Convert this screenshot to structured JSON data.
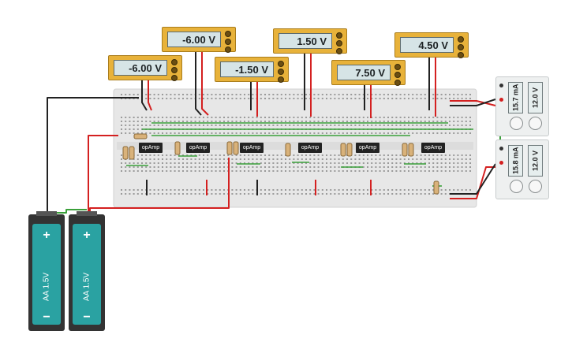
{
  "meters": [
    {
      "id": "m1",
      "reading": "-6.00 V"
    },
    {
      "id": "m2",
      "reading": "-6.00 V"
    },
    {
      "id": "m3",
      "reading": "-1.50 V"
    },
    {
      "id": "m4",
      "reading": "1.50 V"
    },
    {
      "id": "m5",
      "reading": "7.50 V"
    },
    {
      "id": "m6",
      "reading": "4.50 V"
    }
  ],
  "power_supplies": [
    {
      "id": "ps1",
      "current": "15.7 mA",
      "voltage": "12.0 V"
    },
    {
      "id": "ps2",
      "current": "15.8 mA",
      "voltage": "12.0 V"
    }
  ],
  "batteries": [
    {
      "id": "b1",
      "label": "AA 1.5V",
      "plus": "+",
      "minus": "−"
    },
    {
      "id": "b2",
      "label": "AA 1.5V",
      "plus": "+",
      "minus": "−"
    }
  ],
  "opamps": [
    "opAmp",
    "opAmp",
    "opAmp",
    "opAmp",
    "opAmp",
    "opAmp"
  ],
  "colors": {
    "wire_red": "#d42020",
    "wire_black": "#222222",
    "wire_green": "#3aa03a",
    "meter_body": "#e8b23a",
    "battery_cell": "#2aa2a2"
  }
}
